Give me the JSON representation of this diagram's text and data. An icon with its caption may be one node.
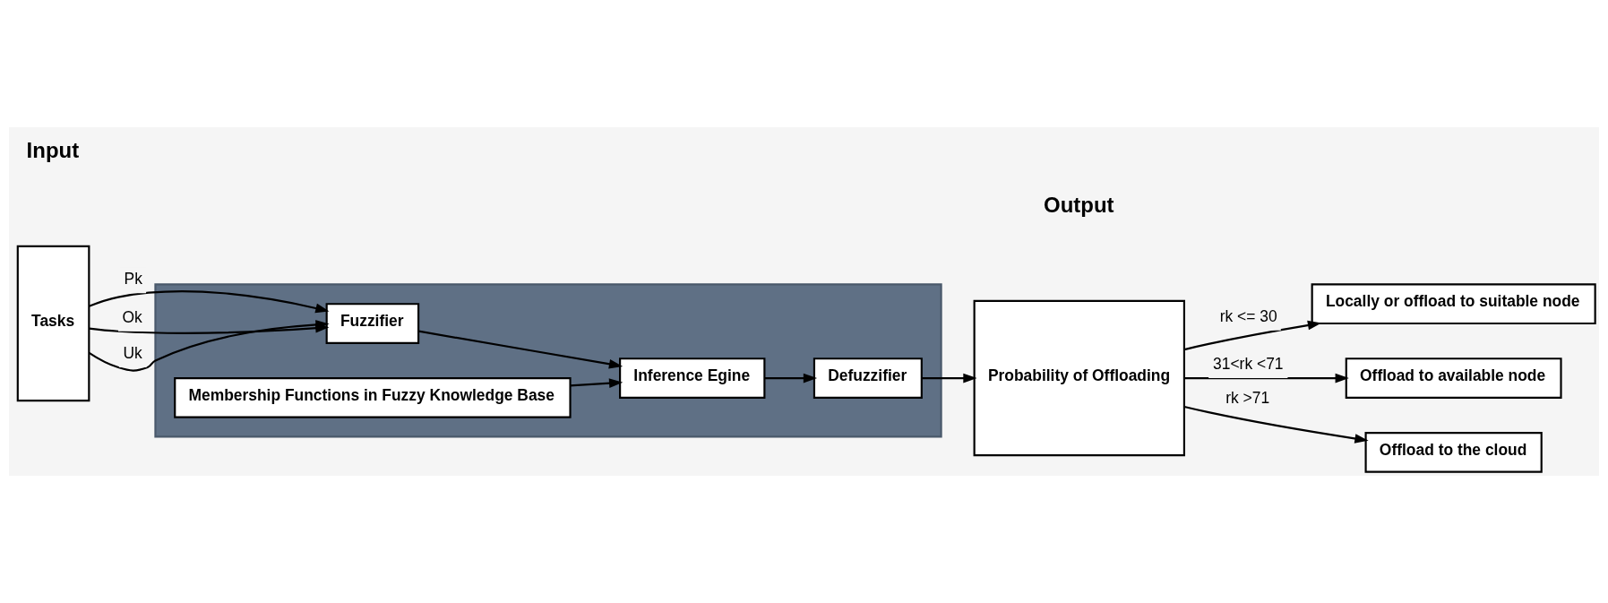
{
  "diagram": {
    "nodes": [
      {
        "text": [
          "Tasks"
        ]
      },
      {
        "text": [],
        "shape": "box"
      },
      {
        "text": [
          "Fuzzifier"
        ],
        "in": 1
      },
      {
        "text": [
          "Inference Egine"
        ],
        "in": 1
      },
      {
        "text": [
          "Defuzzifier"
        ],
        "in": 1
      },
      {
        "text": [
          "Membership Functions in Fuzzy Knowledge Base"
        ],
        "in": 1
      },
      {
        "text": [
          "Probability of Offloading"
        ]
      },
      {
        "text": [
          "Locally or offload to suitable node"
        ]
      },
      {
        "text": [
          "Offload to available node"
        ]
      },
      {
        "text": [
          "Offload to the cloud"
        ]
      }
    ],
    "edges": [
      {
        "from": 0,
        "to": 2,
        "arrow": "to",
        "label": "Pk"
      },
      {
        "from": 0,
        "to": 2,
        "arrow": "to",
        "label": "Ok"
      },
      {
        "from": 0,
        "to": 2,
        "arrow": "to",
        "label": "Uk"
      },
      {
        "from": 2,
        "to": 3,
        "arrow": "to"
      },
      {
        "from": 3,
        "to": 4,
        "arrow": "to"
      },
      {
        "from": 5,
        "to": 3,
        "arrow": "to"
      },
      {
        "from": 4,
        "to": 6,
        "arrow": "to"
      },
      {
        "from": 6,
        "to": 7,
        "arrow": "to",
        "label": "rk <= 30"
      },
      {
        "from": 6,
        "to": 8,
        "arrow": "to",
        "label": "31<rk <71"
      },
      {
        "from": 6,
        "to": 9,
        "arrow": "to",
        "label": "rk >71"
      }
    ],
    "labels": [
      "Input",
      "Output"
    ]
  }
}
